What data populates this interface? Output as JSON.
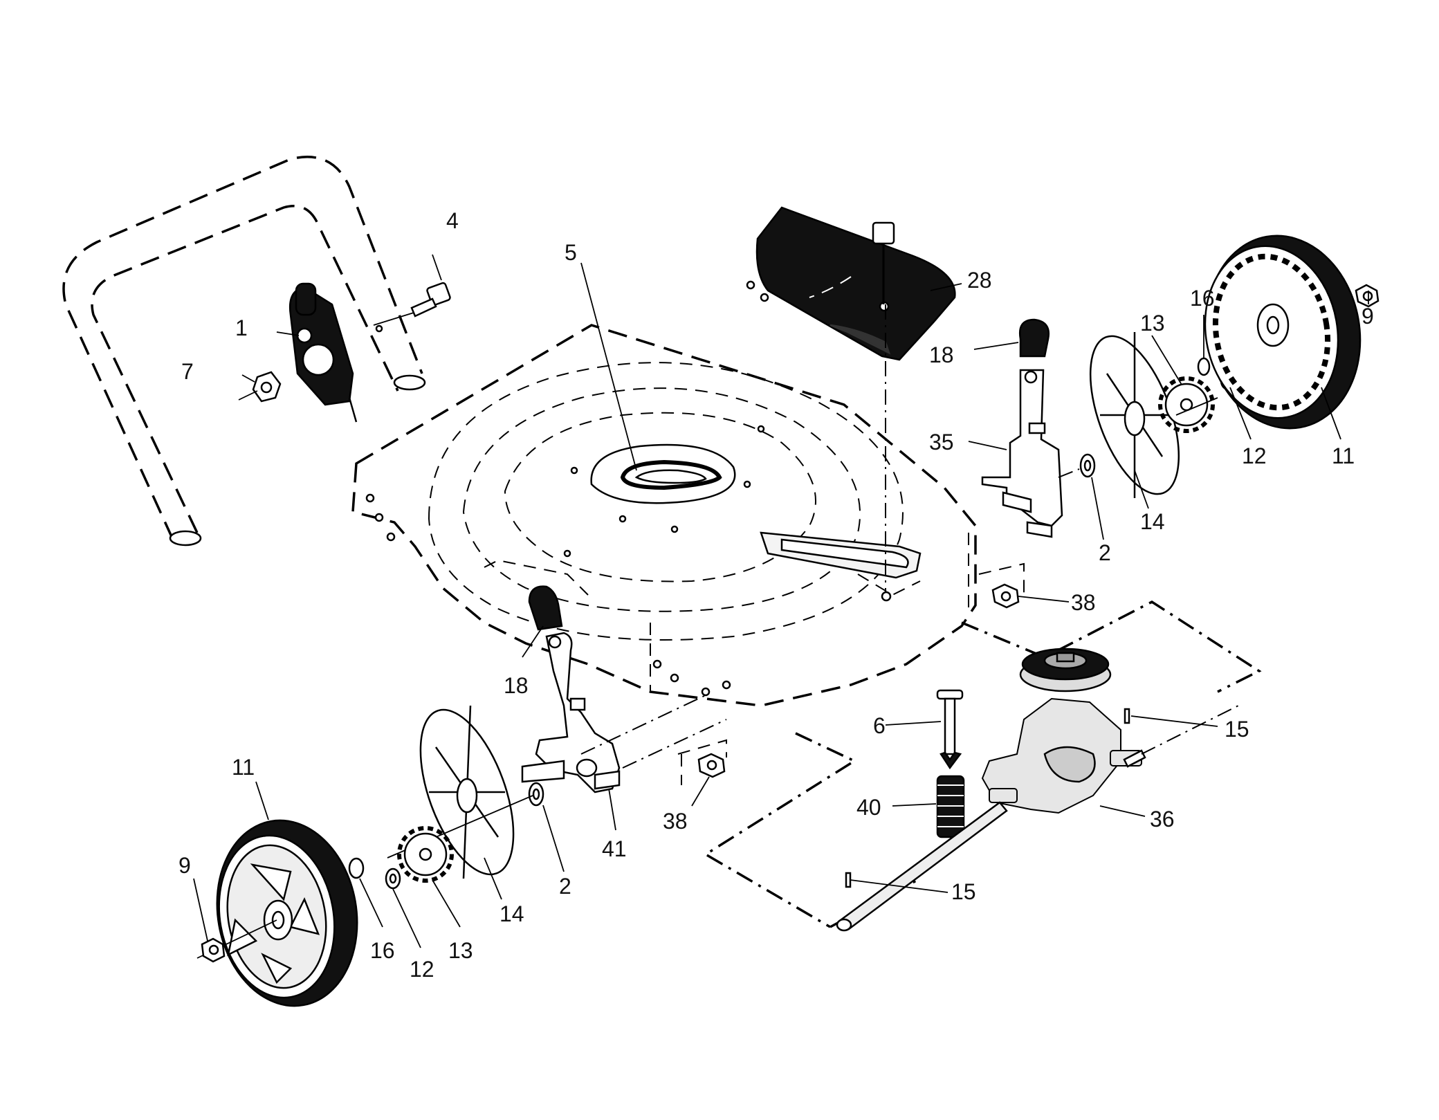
{
  "callouts": [
    {
      "id": "c1",
      "label": "1"
    },
    {
      "id": "c4",
      "label": "4"
    },
    {
      "id": "c7",
      "label": "7"
    },
    {
      "id": "c5",
      "label": "5"
    },
    {
      "id": "c28",
      "label": "28"
    },
    {
      "id": "c18a",
      "label": "18"
    },
    {
      "id": "c35",
      "label": "35"
    },
    {
      "id": "c16a",
      "label": "16"
    },
    {
      "id": "c13a",
      "label": "13"
    },
    {
      "id": "c9a",
      "label": "9"
    },
    {
      "id": "c12a",
      "label": "12"
    },
    {
      "id": "c11a",
      "label": "11"
    },
    {
      "id": "c14a",
      "label": "14"
    },
    {
      "id": "c2a",
      "label": "2"
    },
    {
      "id": "c38a",
      "label": "38"
    },
    {
      "id": "c18b",
      "label": "18"
    },
    {
      "id": "c6",
      "label": "6"
    },
    {
      "id": "c15a",
      "label": "15"
    },
    {
      "id": "c11b",
      "label": "11"
    },
    {
      "id": "c38b",
      "label": "38"
    },
    {
      "id": "c40",
      "label": "40"
    },
    {
      "id": "c36",
      "label": "36"
    },
    {
      "id": "c41",
      "label": "41"
    },
    {
      "id": "c2b",
      "label": "2"
    },
    {
      "id": "c9b",
      "label": "9"
    },
    {
      "id": "c14b",
      "label": "14"
    },
    {
      "id": "c15b",
      "label": "15"
    },
    {
      "id": "c16b",
      "label": "16"
    },
    {
      "id": "c12b",
      "label": "12"
    },
    {
      "id": "c13b",
      "label": "13"
    }
  ]
}
